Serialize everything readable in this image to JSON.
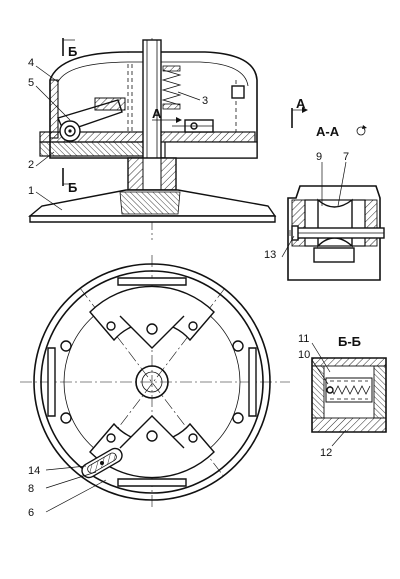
{
  "labels": {
    "l1": "1",
    "l2": "2",
    "l3": "3",
    "l4": "4",
    "l5": "5",
    "l6": "6",
    "l7": "7",
    "l8": "8",
    "l9": "9",
    "l10": "10",
    "l11": "11",
    "l12": "12",
    "l13": "13",
    "l14": "14"
  },
  "section_marks": {
    "b_top": "Б",
    "b_bottom": "Б",
    "a_inner": "А",
    "a_right": "А"
  },
  "view_titles": {
    "aa": "А-А",
    "bb": "Б-Б"
  }
}
